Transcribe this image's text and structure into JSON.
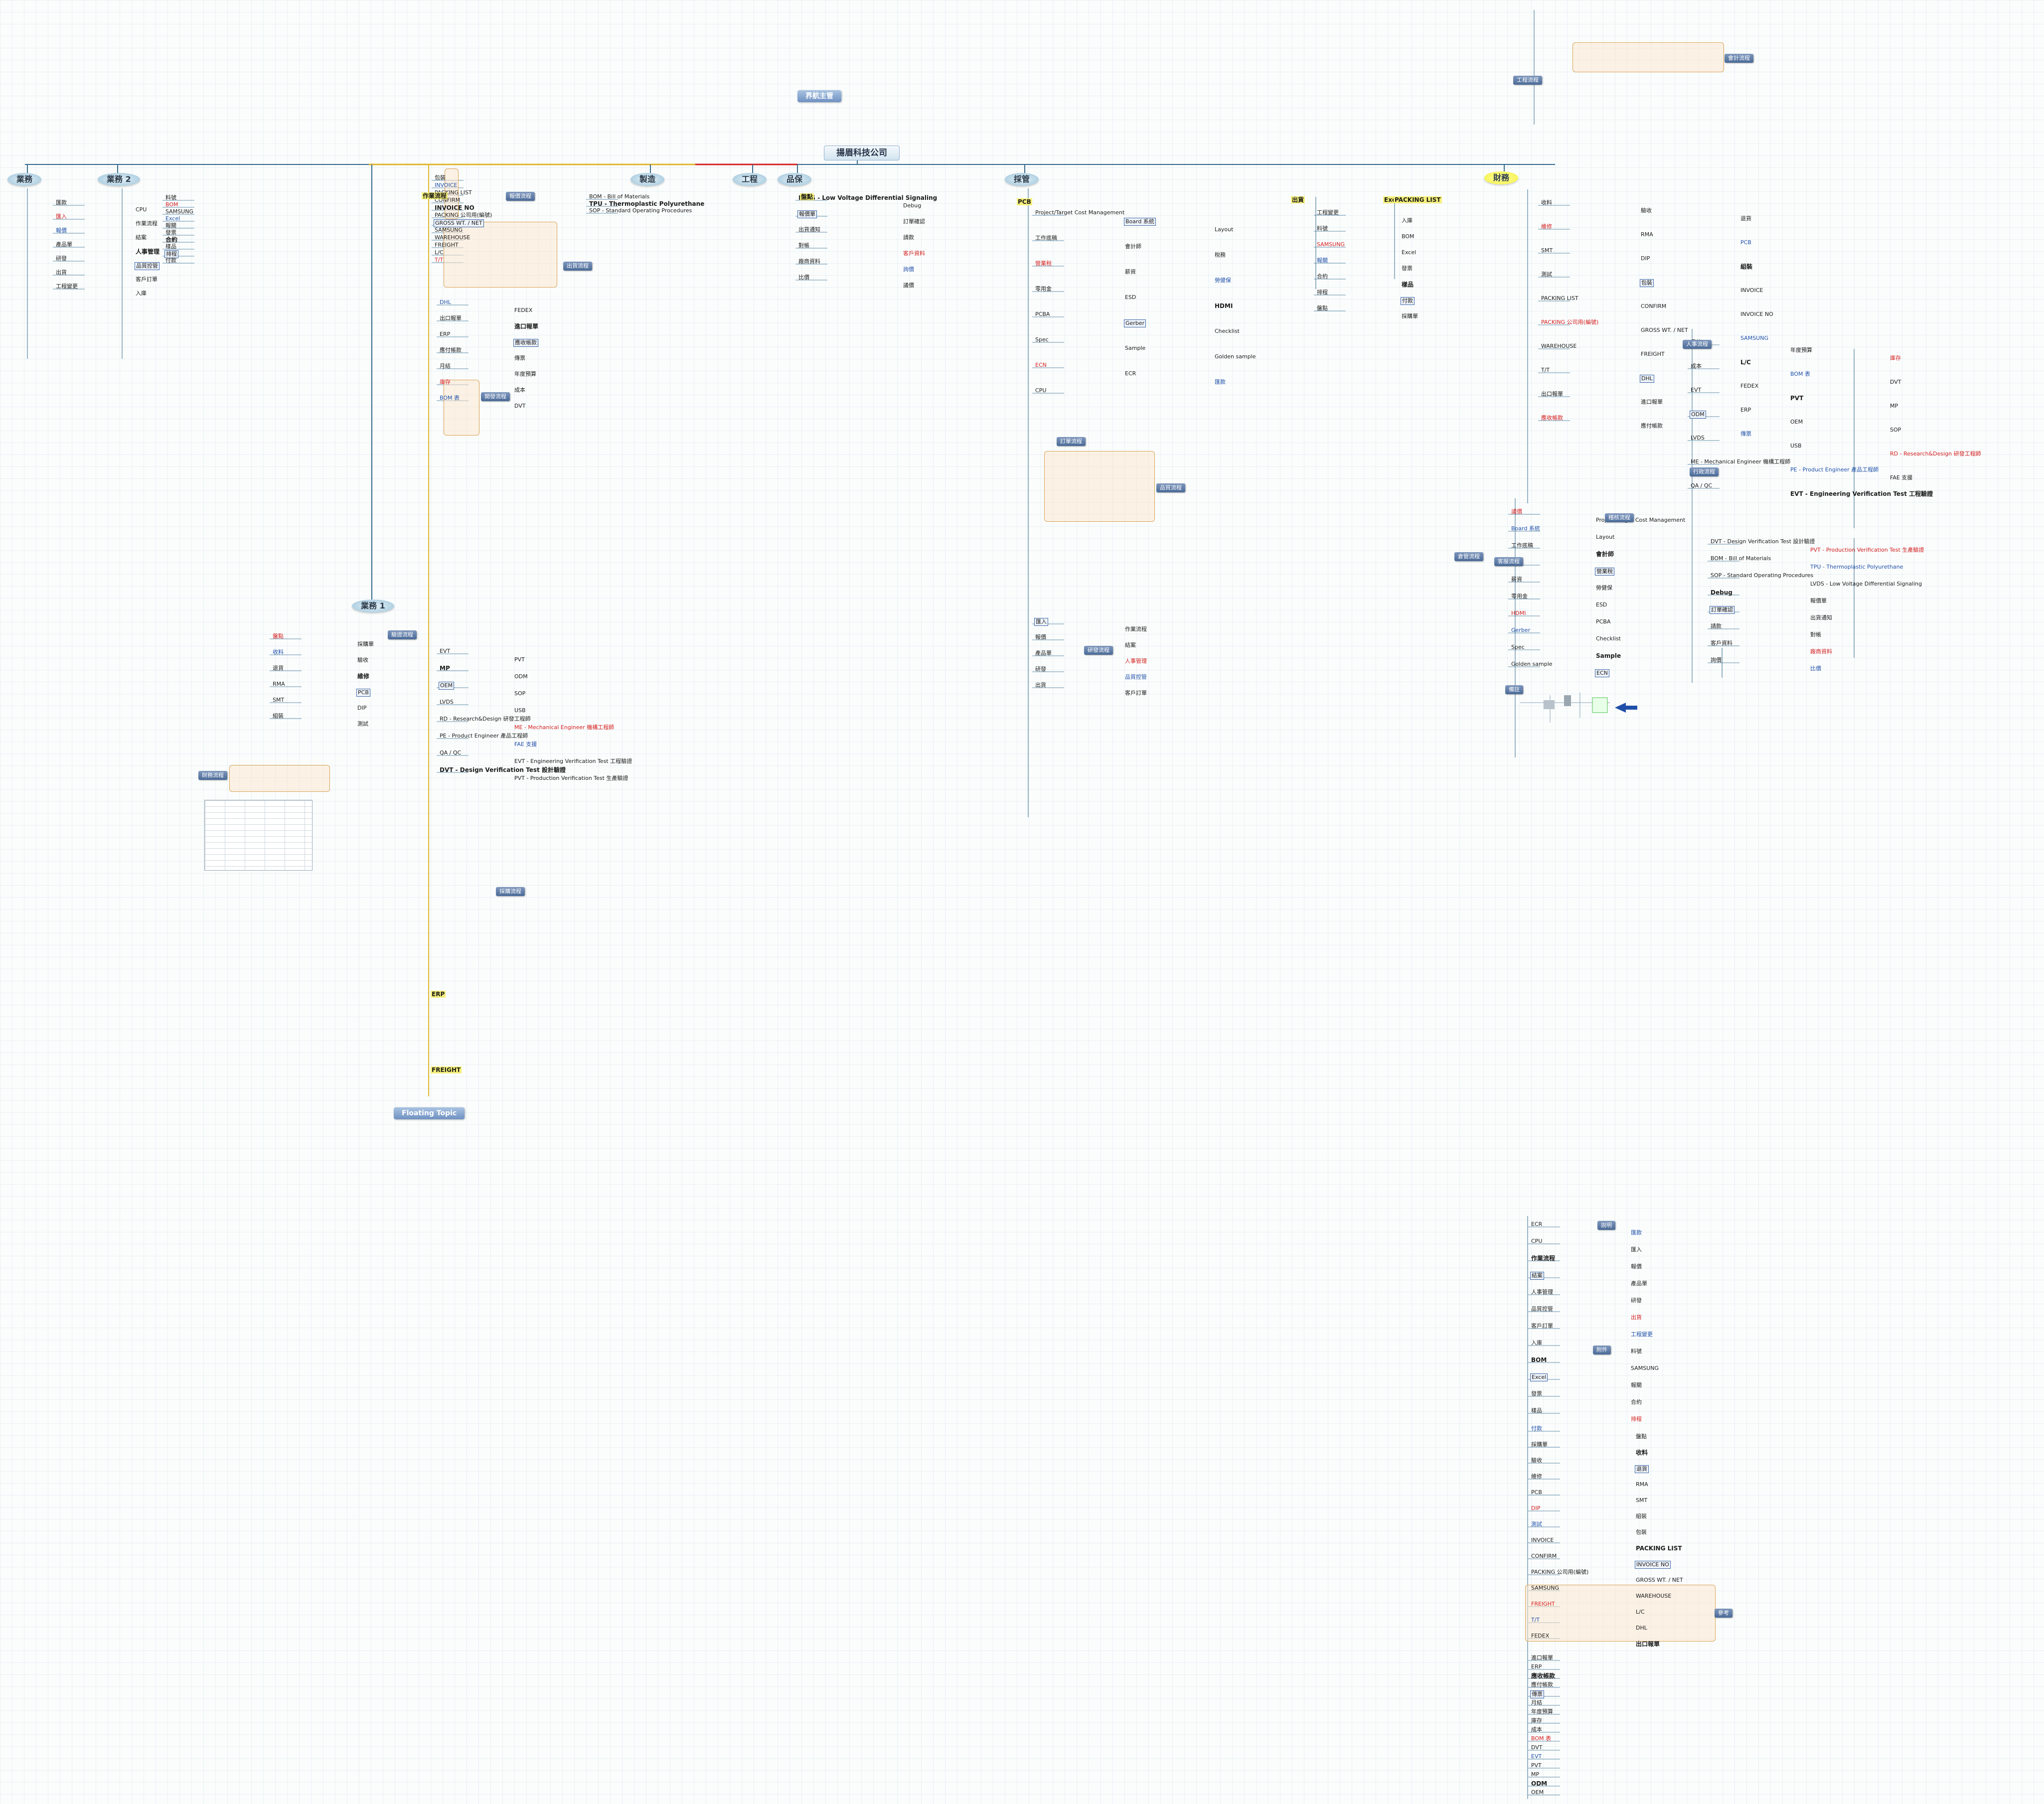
{
  "title": "揚眉科技公司",
  "top_labels": {
    "left_pill": "界航主管",
    "floating_topic": "Floating Topic"
  },
  "colors": {
    "link": "#356a8c",
    "accent_yellow": "#f4f040",
    "red_text": "#d42020",
    "tag_blue": "#4a6a97",
    "box_orange": "#d9a255"
  },
  "branches": [
    {
      "label": "業務"
    },
    {
      "label": "業務 2"
    },
    {
      "label": "製造"
    },
    {
      "label": "工程"
    },
    {
      "label": "品保"
    },
    {
      "label": "採管"
    },
    {
      "label": "財務"
    },
    {
      "label": "業務 1"
    }
  ],
  "nodes": [
    "匯款",
    "CPU",
    "匯入",
    "作業流程",
    "報價",
    "結案",
    "產品單",
    "人事管理",
    "研發",
    "品質控管",
    "出貨",
    "客戶訂單",
    "工程變更",
    "入庫",
    "料號",
    "BOM",
    "SAMSUNG",
    "Excel",
    "報關",
    "發票",
    "合約",
    "樣品",
    "排程",
    "付款",
    "盤點",
    "採購單",
    "收料",
    "驗收",
    "退貨",
    "維修",
    "RMA",
    "PCB",
    "SMT",
    "DIP",
    "組裝",
    "測試",
    "包裝",
    "INVOICE",
    "PACKING LIST",
    "CONFIRM",
    "INVOICE NO",
    "PACKING 公司用(編號)",
    "GROSS WT. / NET",
    "SAMSUNG",
    "WAREHOUSE",
    "FREIGHT",
    "L/C",
    "T/T",
    "DHL",
    "FEDEX",
    "出口報單",
    "進口報單",
    "ERP",
    "應收帳款",
    "應付帳款",
    "傳票",
    "月結",
    "年度預算",
    "庫存",
    "成本",
    "BOM 表",
    "DVT",
    "EVT",
    "PVT",
    "MP",
    "ODM",
    "OEM",
    "SOP",
    "LVDS",
    "USB",
    "RD - Research&Design 研發工程師",
    "ME - Mechanical Engineer 機構工程師",
    "PE - Product Engineer 產品工程師",
    "FAE 支援",
    "QA / QC",
    "EVT - Engineering Verification Test 工程驗證",
    "DVT - Design Verification Test 設計驗證",
    "PVT - Production Verification Test 生產驗證",
    "BOM - Bill of Materials",
    "TPU - Thermoplastic Polyurethane",
    "SOP - Standard Operating Procedures",
    "LVDS - Low Voltage Differential Signaling",
    "Debug",
    "報價單",
    "訂單確認",
    "出貨通知",
    "請款",
    "對帳",
    "客戶資料",
    "廠商資料",
    "詢價",
    "比價",
    "議價",
    "Project/Target Cost Management",
    "Board 系統",
    "Layout",
    "工作底稿",
    "會計師",
    "稅務",
    "營業稅",
    "薪資",
    "勞健保",
    "零用金",
    "ESD",
    "HDMI",
    "PCBA",
    "Gerber",
    "Checklist",
    "Spec",
    "Sample",
    "Golden sample",
    "ECN",
    "ECR"
  ],
  "tags": [
    "報價流程",
    "出貨流程",
    "開發流程",
    "驗證流程",
    "財務流程",
    "採購流程",
    "訂單流程",
    "品質流程",
    "研發流程",
    "倉管流程",
    "客服流程",
    "工程流程",
    "會計流程",
    "人事流程",
    "行政流程",
    "稽核流程",
    "備註",
    "說明",
    "附件",
    "參考"
  ]
}
